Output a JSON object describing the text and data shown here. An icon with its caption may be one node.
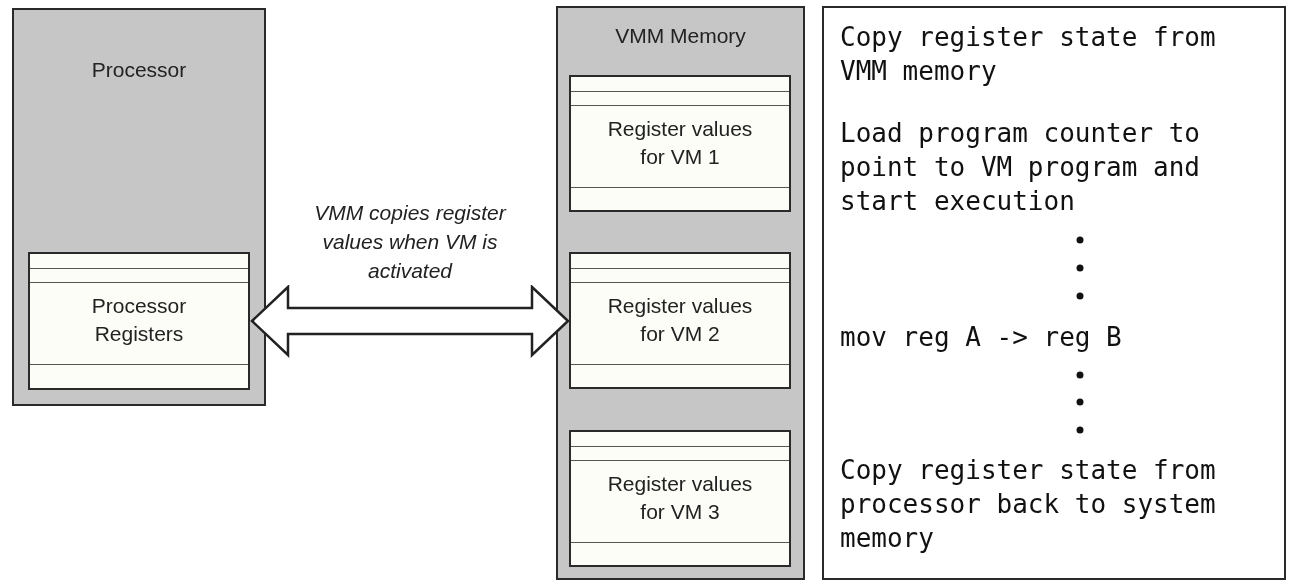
{
  "diagram": {
    "nodes": [
      {
        "text": [
          "Processor"
        ]
      },
      {
        "text": [
          "Processor Registers"
        ],
        "in": 0
      },
      {
        "text": [
          "VMM Memory"
        ]
      },
      {
        "text": [
          "Register values for VM 1"
        ],
        "in": 2
      },
      {
        "text": [
          "Register values for VM 2"
        ],
        "in": 2
      },
      {
        "text": [
          "Register values for VM 3"
        ],
        "in": 2
      },
      {
        "text": [
          "Copy register state from VMM memory",
          "Load program counter to point to VM program and start execution",
          "mov reg A -> reg B",
          "Copy register state from processor back to system memory"
        ]
      }
    ],
    "edges": [
      {
        "from": 1,
        "to": 4,
        "arrow": "both",
        "label": "VMM copies register values when VM is activated",
        "style": "thick"
      }
    ]
  }
}
